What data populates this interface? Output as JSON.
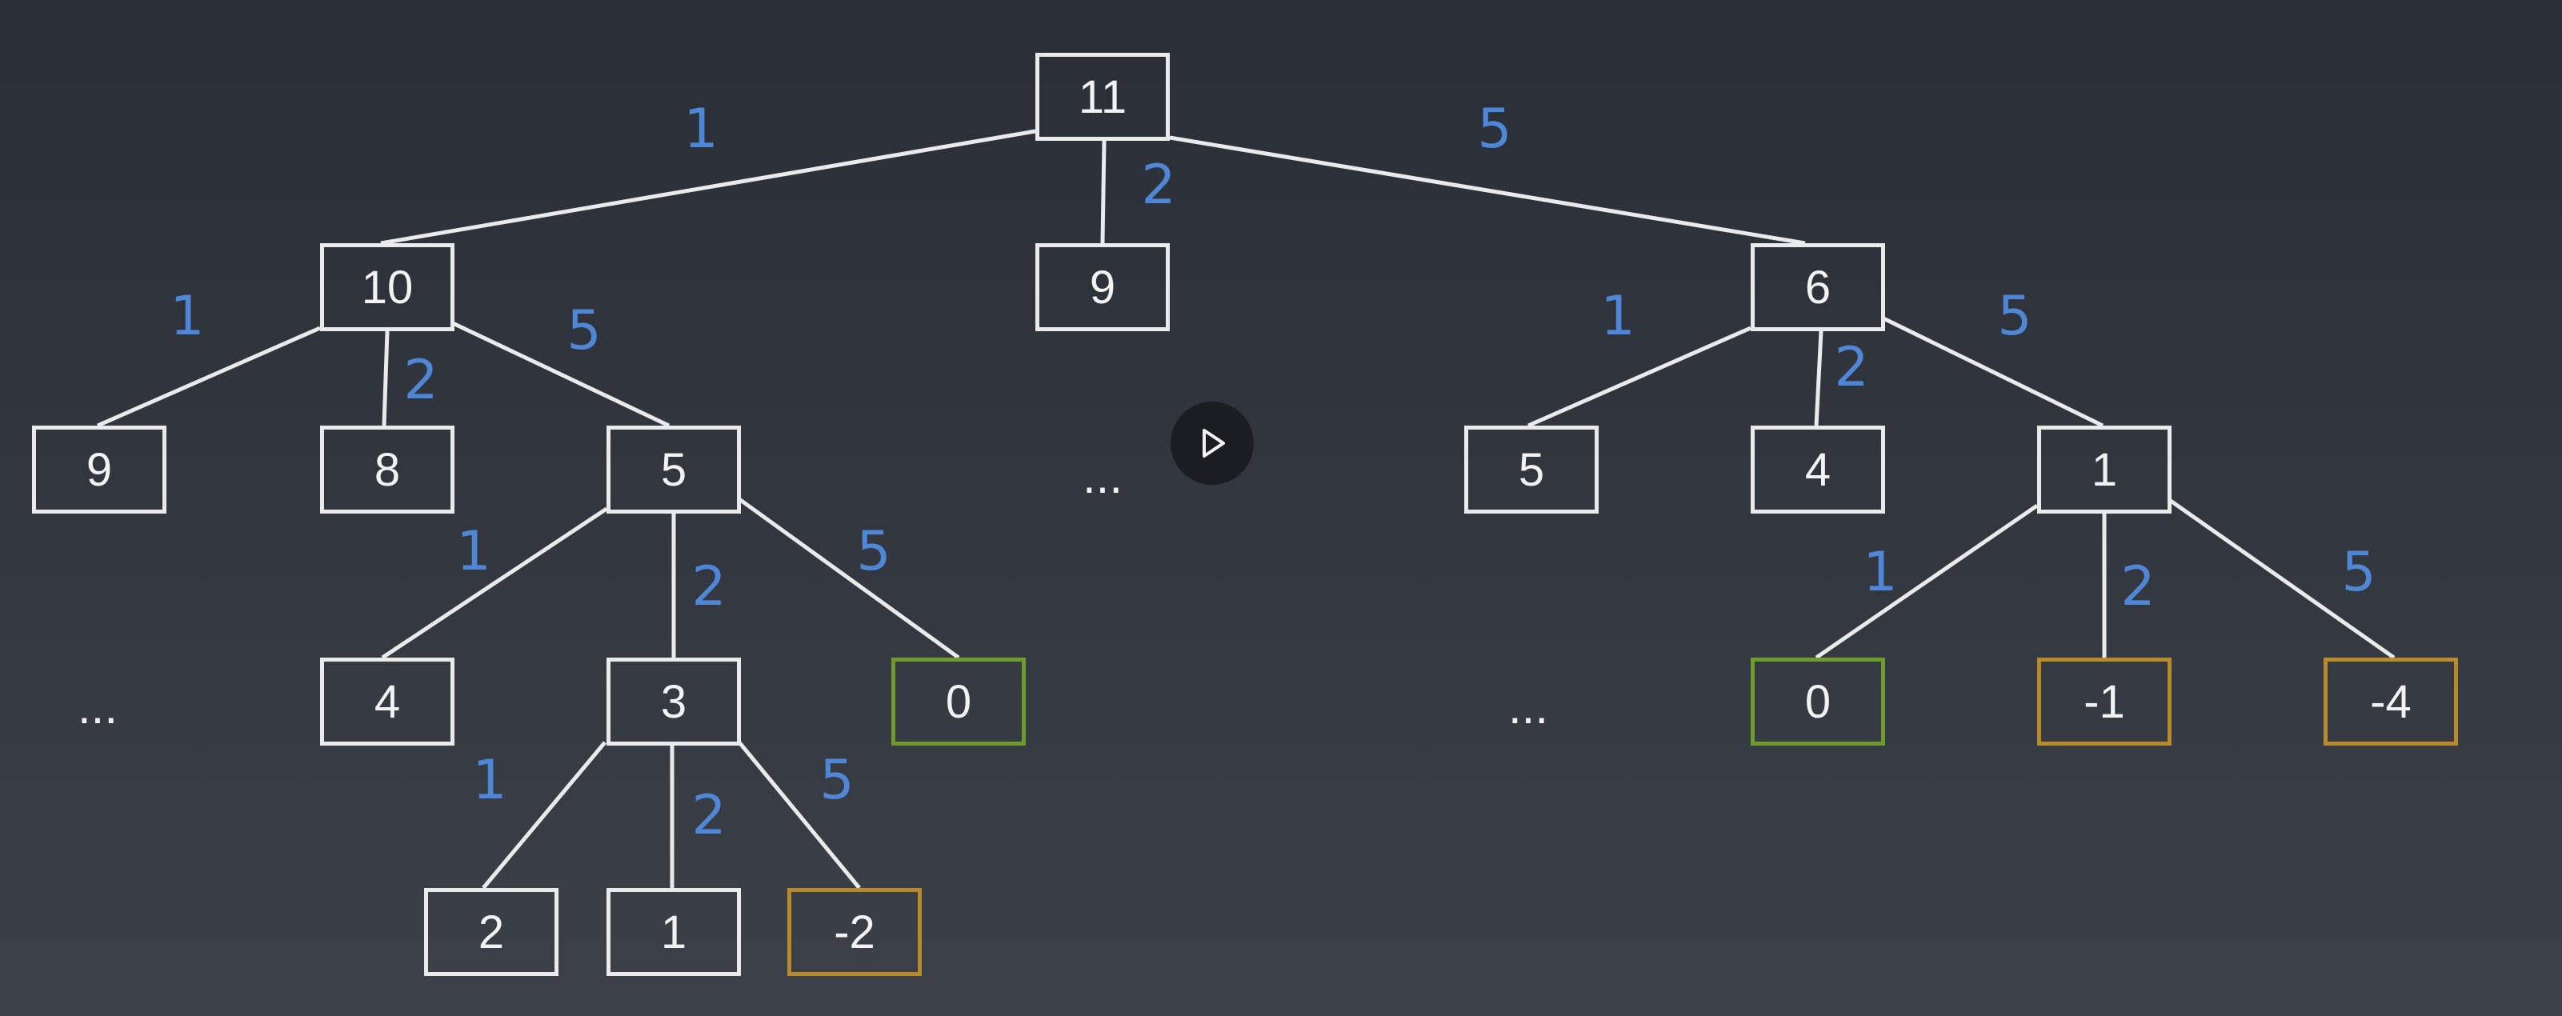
{
  "nodes": [
    "11",
    "10",
    "9",
    "6",
    "9",
    "8",
    "5",
    "5",
    "4",
    "1",
    "4",
    "3",
    "0",
    "0",
    "-1",
    "-4",
    "2",
    "1",
    "-2"
  ],
  "edge_labels": [
    "1",
    "2",
    "5",
    "1",
    "2",
    "5",
    "1",
    "2",
    "5",
    "1",
    "2",
    "5",
    "1",
    "2",
    "5",
    "1",
    "2",
    "5"
  ],
  "ellipses": [
    "...",
    "...",
    "..."
  ],
  "colors": {
    "node_border": "#eaeaea",
    "edge": "#eaeaea",
    "edge_label": "#4f86d6",
    "green": "#6f9a2e",
    "orange": "#b98a2c"
  },
  "icons": {
    "play": "play-icon"
  }
}
